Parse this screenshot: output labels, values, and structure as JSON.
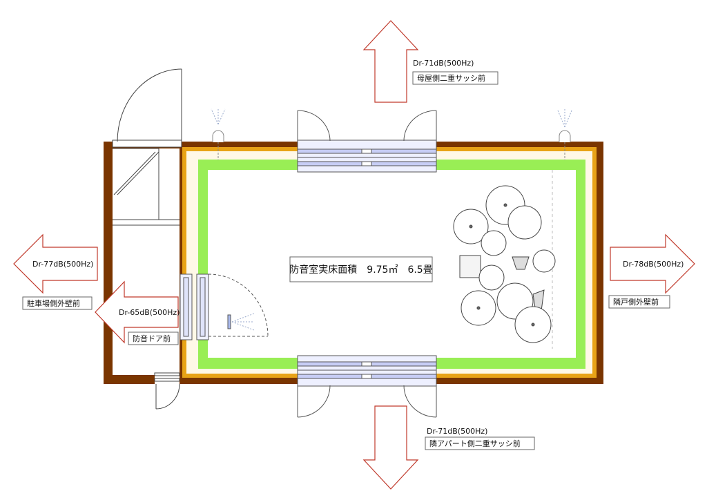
{
  "room_label": "防音室実床面積　9.75㎡　6.5畳",
  "labels": {
    "north": {
      "value": "Dr-71dB(500Hz)",
      "location": "母屋側二重サッシ前"
    },
    "south": {
      "value": "Dr-71dB(500Hz)",
      "location": "隣アパート側二重サッシ前"
    },
    "west": {
      "value": "Dr-77dB(500Hz)",
      "location": "駐車場側外壁前"
    },
    "east": {
      "value": "Dr-78dB(500Hz)",
      "location": "隣戸側外壁前"
    },
    "door": {
      "value": "Dr-65dB(500Hz)",
      "location": "防音ドア前"
    }
  },
  "colors": {
    "outer_wall": "#7a3500",
    "middle_layer": "#e8a317",
    "inner_layer": "#fff8e7",
    "floor_margin": "#99ee55",
    "arrow_stroke": "#c0392b",
    "line": "#444444"
  }
}
